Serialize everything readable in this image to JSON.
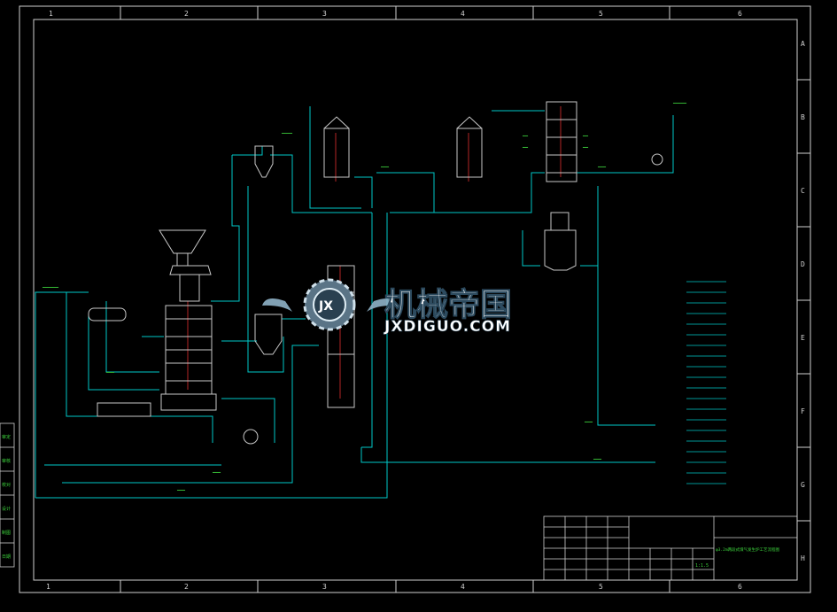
{
  "border": {
    "columns": [
      "1",
      "2",
      "3",
      "4",
      "5",
      "6"
    ],
    "rows": [
      "A",
      "B",
      "C",
      "D",
      "E",
      "F",
      "G",
      "H"
    ]
  },
  "watermark": {
    "chinese": "机械帝国",
    "latin": "JXDIGUO.COM",
    "badge": "JX"
  },
  "title_block": {
    "drawing_title": "φ3.2m两段式煤气发生炉工艺流程图",
    "scale": "1:1.5"
  },
  "left_margin_labels": [
    "审定",
    "审核",
    "校对",
    "设计",
    "制图",
    "日期"
  ],
  "colors": {
    "background": "#000000",
    "line": "#00c8c8",
    "equipment": "#c8c8c8",
    "text_green": "#3cd23c",
    "axis_red": "#e03030",
    "border": "#d0d0d0"
  }
}
